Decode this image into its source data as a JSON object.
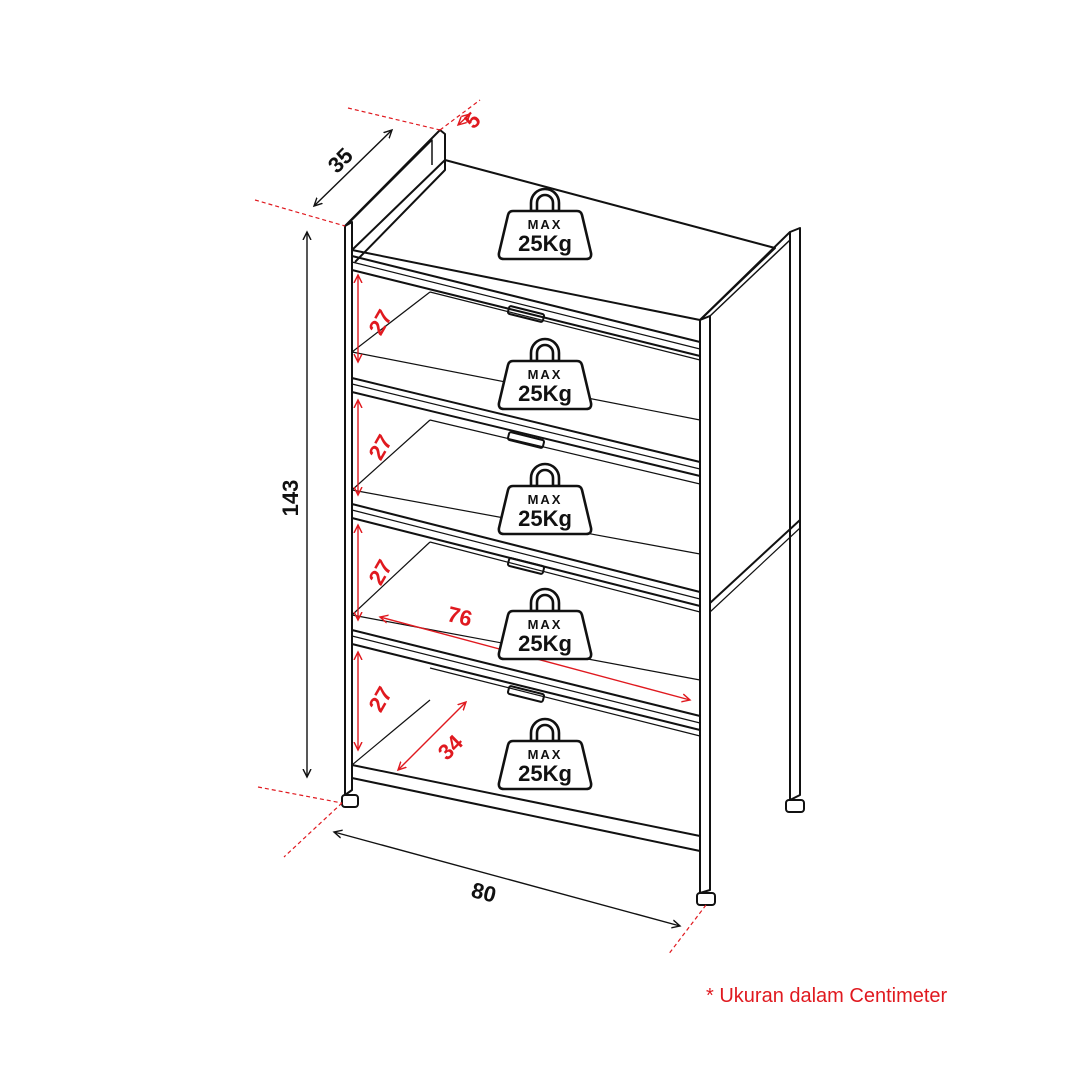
{
  "dimensions": {
    "depth": "35",
    "panel_thickness": "5",
    "height": "143",
    "width": "80",
    "shelf_gap_1": "27",
    "shelf_gap_2": "27",
    "shelf_gap_3": "27",
    "shelf_gap_4": "27",
    "inner_width": "76",
    "inner_depth": "34"
  },
  "weight_badges": [
    {
      "top": "MAX",
      "bottom": "25Kg"
    },
    {
      "top": "MAX",
      "bottom": "25Kg"
    },
    {
      "top": "MAX",
      "bottom": "25Kg"
    },
    {
      "top": "MAX",
      "bottom": "25Kg"
    },
    {
      "top": "MAX",
      "bottom": "25Kg"
    }
  ],
  "note": "* Ukuran dalam Centimeter",
  "colors": {
    "line": "#111111",
    "accent": "#e0191f",
    "background": "#ffffff"
  },
  "icons": [
    "weight-icon",
    "arrow-icon"
  ]
}
